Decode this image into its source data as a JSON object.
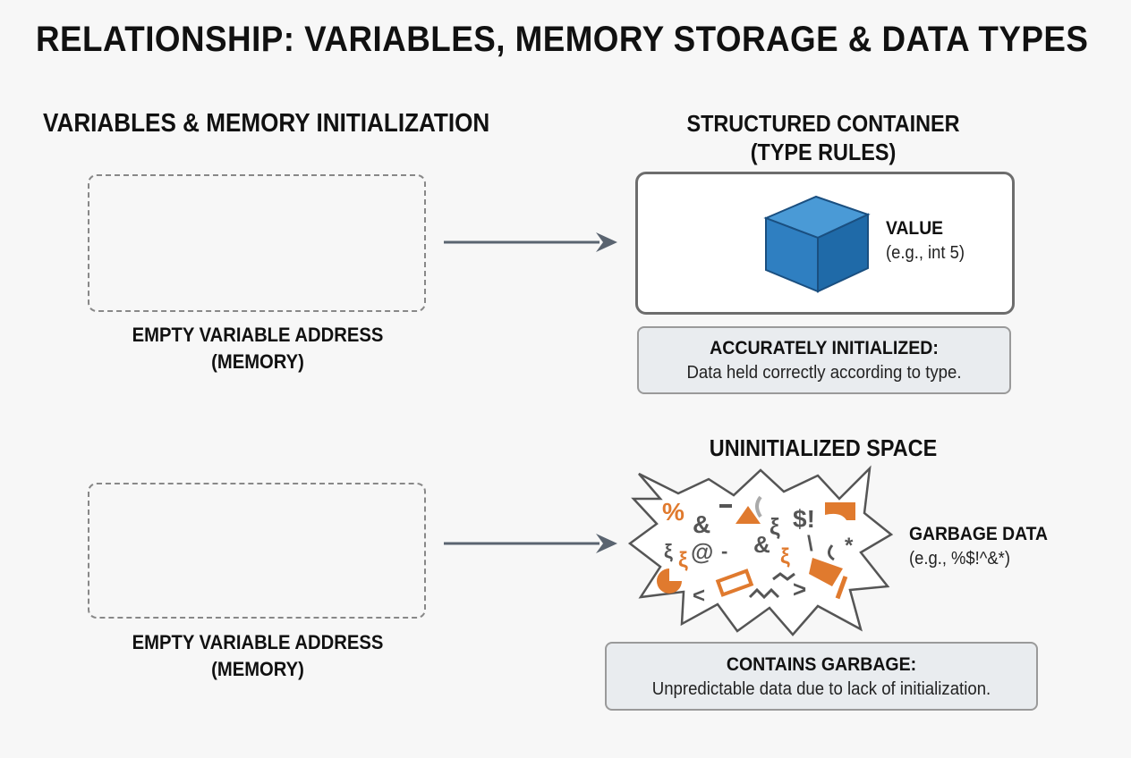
{
  "title": "RELATIONSHIP: VARIABLES, MEMORY STORAGE & DATA TYPES",
  "left_heading": "VARIABLES & MEMORY INITIALIZATION",
  "top_row": {
    "memory_caption_line1": "EMPTY VARIABLE ADDRESS",
    "memory_caption_line2": "(MEMORY)",
    "container_heading_line1": "STRUCTURED CONTAINER",
    "container_heading_line2": "(TYPE RULES)",
    "value_label": "VALUE",
    "value_example": "(e.g., int 5)",
    "note_title": "ACCURATELY INITIALIZED:",
    "note_text": "Data held correctly according to type."
  },
  "bottom_row": {
    "memory_caption_line1": "EMPTY VARIABLE ADDRESS",
    "memory_caption_line2": "(MEMORY)",
    "space_heading": "UNINITIALIZED SPACE",
    "garbage_label": "GARBAGE DATA",
    "garbage_example": "(e.g., %$!^&*)",
    "note_title": "CONTAINS GARBAGE:",
    "note_text": "Unpredictable data due to lack of initialization."
  },
  "colors": {
    "cube_front": "#2f7fc1",
    "cube_top": "#4a9ad6",
    "cube_side": "#1f6aa8",
    "garbage_orange": "#e07a2e",
    "garbage_gray": "#555555",
    "arrow": "#5a6470"
  },
  "icons": {
    "value": "cube-icon",
    "garbage": "garbage-burst-icon"
  }
}
